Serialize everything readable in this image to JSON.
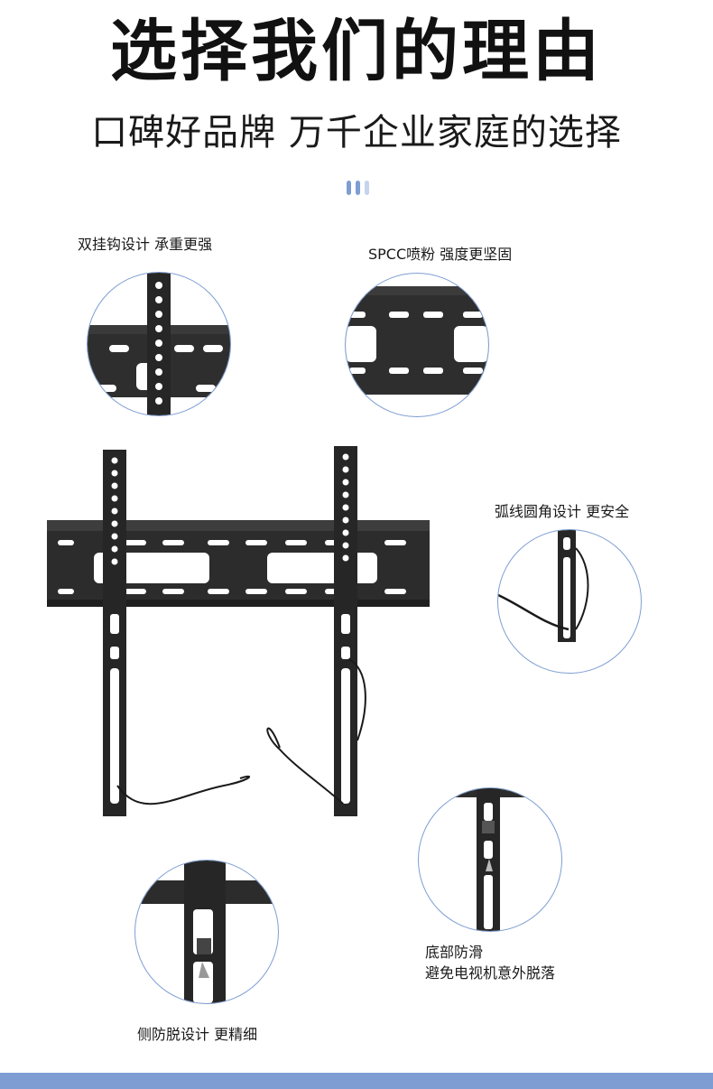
{
  "header": {
    "title": "选择我们的理由",
    "subtitle": "口碑好品牌 万千企业家庭的选择"
  },
  "features": {
    "double_hook": "双挂钩设计 承重更强",
    "spcc": "SPCC喷粉 强度更坚固",
    "rounded": "弧线圆角设计 更安全",
    "anti_slip_line1": "底部防滑",
    "anti_slip_line2": "避免电视机意外脱落",
    "side_lock": "侧防脱设计 更精细"
  },
  "colors": {
    "accent": "#7e9ed3",
    "accent_light": "#c6d3ec",
    "metal": "#2b2b2b",
    "title": "#111111"
  }
}
